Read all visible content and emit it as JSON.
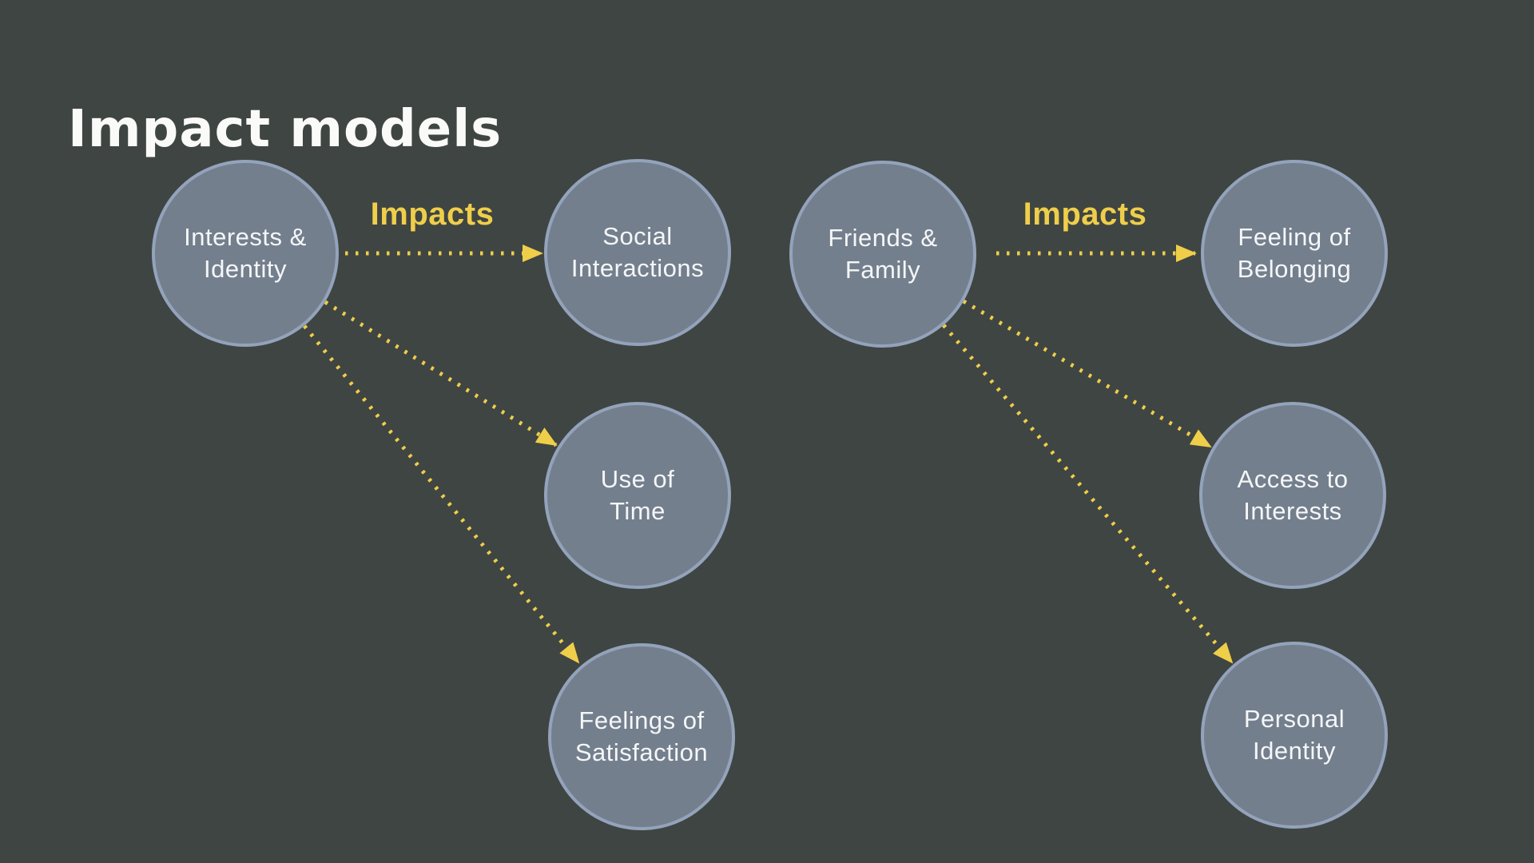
{
  "title": "Impact models",
  "colors": {
    "bg": "#3F4542",
    "node-fill": "#747F8D",
    "node-border": "#94A3BC",
    "accent": "#EFCE4A",
    "text": "#F4F6F8",
    "title-color": "#FAFAF8"
  },
  "models": [
    {
      "source": "Interests &\nIdentity",
      "arrow_label": "Impacts",
      "targets": [
        "Social\nInteractions",
        "Use of\nTime",
        "Feelings of\nSatisfaction"
      ]
    },
    {
      "source": "Friends &\nFamily",
      "arrow_label": "Impacts",
      "targets": [
        "Feeling of\nBelonging",
        "Access to\nInterests",
        "Personal\nIdentity"
      ]
    }
  ]
}
